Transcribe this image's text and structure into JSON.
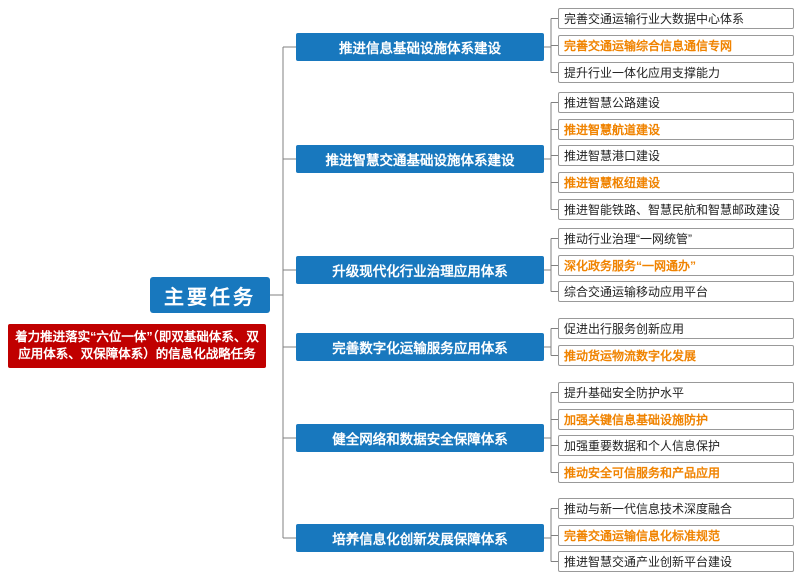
{
  "root": {
    "label": "主要任务"
  },
  "note": {
    "text": "着力推进落实“六位一体”（即双基础体系、双应用体系、双保障体系）的信息化战略任务"
  },
  "colors": {
    "blue": "#1878BE",
    "red": "#C00000",
    "orange": "#F08300",
    "line": "#808080",
    "leaf_border": "#999999"
  },
  "branches": [
    {
      "label": "推进信息基础设施体系建设",
      "leaves": [
        {
          "text": "完善交通运输行业大数据中心体系",
          "emphasis": false
        },
        {
          "text": "完善交通运输综合信息通信专网",
          "emphasis": true
        },
        {
          "text": "提升行业一体化应用支撑能力",
          "emphasis": false
        }
      ]
    },
    {
      "label": "推进智慧交通基础设施体系建设",
      "leaves": [
        {
          "text": "推进智慧公路建设",
          "emphasis": false
        },
        {
          "text": "推进智慧航道建设",
          "emphasis": true
        },
        {
          "text": "推进智慧港口建设",
          "emphasis": false
        },
        {
          "text": "推进智慧枢纽建设",
          "emphasis": true
        },
        {
          "text": "推进智能铁路、智慧民航和智慧邮政建设",
          "emphasis": false
        }
      ]
    },
    {
      "label": "升级现代化行业治理应用体系",
      "leaves": [
        {
          "text": "推动行业治理“一网统管”",
          "emphasis": false
        },
        {
          "text": "深化政务服务“一网通办”",
          "emphasis": true
        },
        {
          "text": "综合交通运输移动应用平台",
          "emphasis": false
        }
      ]
    },
    {
      "label": "完善数字化运输服务应用体系",
      "leaves": [
        {
          "text": "促进出行服务创新应用",
          "emphasis": false
        },
        {
          "text": "推动货运物流数字化发展",
          "emphasis": true
        }
      ]
    },
    {
      "label": "健全网络和数据安全保障体系",
      "leaves": [
        {
          "text": "提升基础安全防护水平",
          "emphasis": false
        },
        {
          "text": "加强关键信息基础设施防护",
          "emphasis": true
        },
        {
          "text": "加强重要数据和个人信息保护",
          "emphasis": false
        },
        {
          "text": "推动安全可信服务和产品应用",
          "emphasis": true
        }
      ]
    },
    {
      "label": "培养信息化创新发展保障体系",
      "leaves": [
        {
          "text": "推动与新一代信息技术深度融合",
          "emphasis": false
        },
        {
          "text": "完善交通运输信息化标准规范",
          "emphasis": true
        },
        {
          "text": "推进智慧交通产业创新平台建设",
          "emphasis": false
        }
      ]
    }
  ]
}
